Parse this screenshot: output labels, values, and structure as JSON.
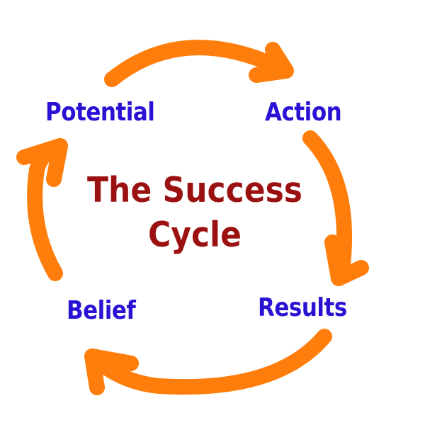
{
  "diagram": {
    "type": "cycle",
    "title": {
      "line1": "The Success",
      "line2": "Cycle",
      "color": "#9b1111"
    },
    "nodes": [
      {
        "id": "potential",
        "label": "Potential"
      },
      {
        "id": "action",
        "label": "Action"
      },
      {
        "id": "results",
        "label": "Results"
      },
      {
        "id": "belief",
        "label": "Belief"
      }
    ],
    "edges": [
      {
        "from": "Potential",
        "to": "Action",
        "direction": "clockwise"
      },
      {
        "from": "Action",
        "to": "Results",
        "direction": "clockwise"
      },
      {
        "from": "Results",
        "to": "Belief",
        "direction": "clockwise"
      },
      {
        "from": "Belief",
        "to": "Potential",
        "direction": "clockwise"
      }
    ],
    "colors": {
      "node_label": "#2a12d4",
      "arrow": "#ff7d0a",
      "background": "#ffffff"
    }
  }
}
